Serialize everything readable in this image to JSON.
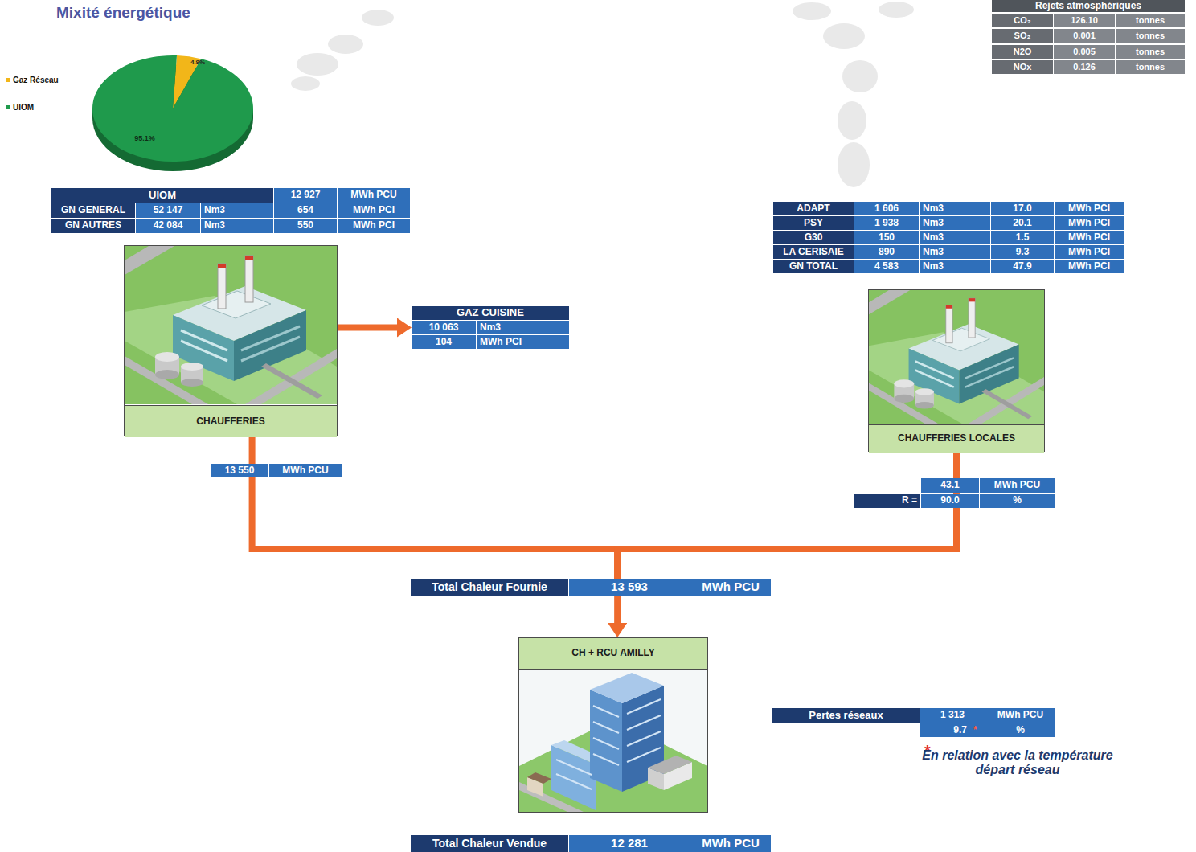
{
  "diagram": {
    "title": "Mixité énergétique",
    "nodes": [
      {
        "text": [
          "CHAUFFERIES"
        ]
      },
      {
        "text": [
          "GAZ CUISINE",
          "10 063",
          "Nm3",
          "104",
          "MWh PCI"
        ]
      },
      {
        "text": [
          "CHAUFFERIES LOCALES"
        ]
      },
      {
        "text": [
          "Total Chaleur Fournie",
          "13 593",
          "MWh PCU"
        ]
      },
      {
        "text": [
          "CH + RCU AMILLY"
        ]
      },
      {
        "text": [
          "Total Chaleur Vendue",
          "12 281",
          "MWh PCU"
        ]
      }
    ],
    "edges": [
      {
        "from": 0,
        "to": 1,
        "arrow": "to"
      },
      {
        "from": 0,
        "to": 3,
        "arrow": "none"
      },
      {
        "from": 2,
        "to": 3,
        "arrow": "none"
      },
      {
        "from": 3,
        "to": 4,
        "arrow": "to"
      }
    ],
    "labels": [
      "4.9%",
      "95.1%",
      "Rejets atmosphériques",
      "CO₂",
      "126.10",
      "tonnes",
      "SO₂",
      "0.001",
      "tonnes",
      "N2O",
      "0.005",
      "tonnes",
      "NOx",
      "0.126",
      "tonnes",
      "UIOM",
      "12 927",
      "MWh PCU",
      "GN GENERAL",
      "52 147",
      "Nm3",
      "654",
      "MWh PCI",
      "GN AUTRES",
      "42 084",
      "Nm3",
      "550",
      "MWh PCI",
      "ADAPT",
      "1 606",
      "Nm3",
      "17.0",
      "MWh PCI",
      "PSY",
      "1 938",
      "Nm3",
      "20.1",
      "MWh PCI",
      "G30",
      "150",
      "Nm3",
      "1.5",
      "MWh PCI",
      "LA CERISAIE",
      "890",
      "Nm3",
      "9.3",
      "MWh PCI",
      "GN TOTAL",
      "4 583",
      "Nm3",
      "47.9",
      "MWh PCI",
      "13 550",
      "MWh PCU",
      "43.1",
      "MWh PCU",
      "R =",
      "90.0",
      "%",
      "Pertes réseaux",
      "1 313",
      "MWh PCU",
      "9.7",
      "*",
      "%",
      "*",
      "En relation avec la température départ réseau"
    ],
    "legend": [
      {
        "text": "Gaz Réseau",
        "color": "#f2b619"
      },
      {
        "text": "UIOM",
        "color": "#1f9a4c"
      }
    ]
  }
}
